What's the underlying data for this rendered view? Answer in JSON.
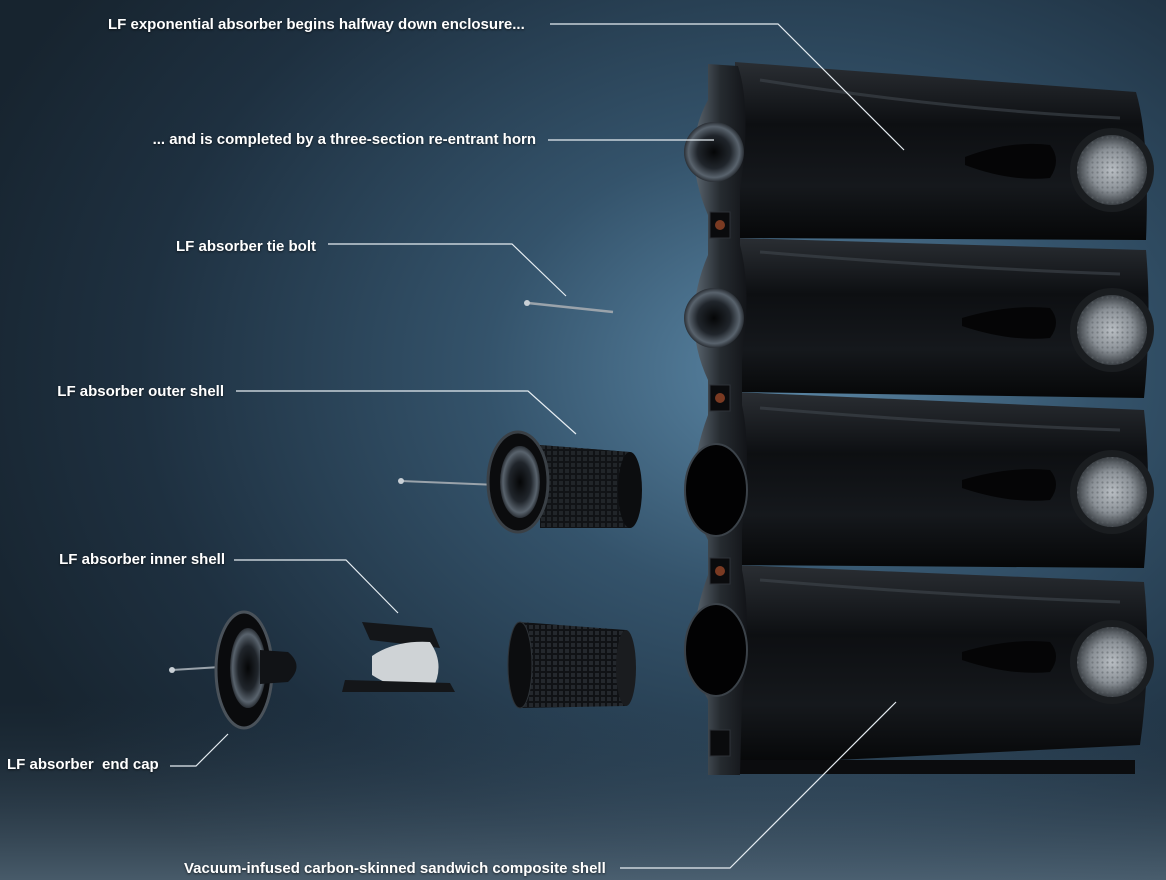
{
  "labels": {
    "exponential_absorber": "LF exponential absorber begins halfway down enclosure...",
    "reentrant_horn": "... and is completed by a three-section re-entrant horn",
    "tie_bolt": "LF absorber tie bolt",
    "outer_shell": "LF absorber outer shell",
    "inner_shell": "LF absorber inner shell",
    "end_cap": "LF absorber  end cap",
    "composite_shell": "Vacuum-infused carbon-skinned sandwich composite shell"
  },
  "colors": {
    "background_dark": "#1b2b38",
    "background_glow": "#4f7a99",
    "speaker_body": "#121417",
    "line": "#e6edf2",
    "text": "#ffffff"
  }
}
